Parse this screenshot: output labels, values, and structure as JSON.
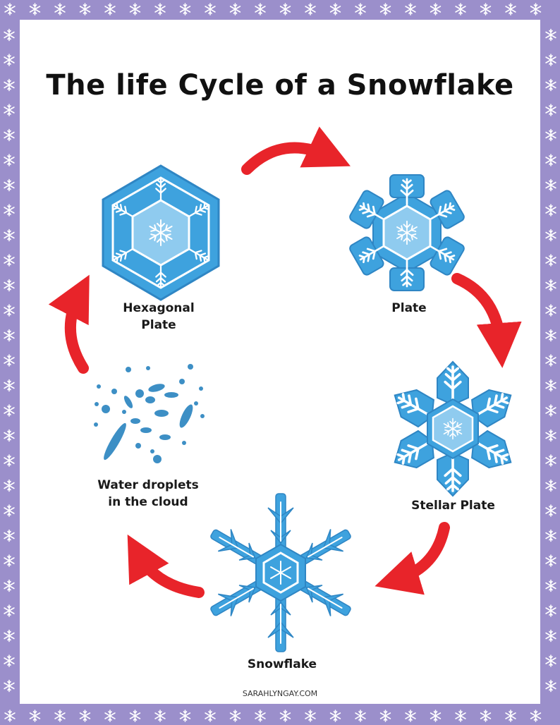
{
  "title": "The life Cycle of a Snowflake",
  "stages": {
    "hexagonal_plate": {
      "line1": "Hexagonal",
      "line2": "Plate"
    },
    "plate": {
      "label": "Plate"
    },
    "stellar_plate": {
      "label": "Stellar Plate"
    },
    "snowflake": {
      "label": "Snowflake"
    },
    "water_droplets": {
      "line1": "Water droplets",
      "line2": "in the cloud"
    }
  },
  "footer": "SARAHLYNGAY.COM",
  "colors": {
    "border": "#9b8fcb",
    "ice_blue": "#3ea2de",
    "ice_dark": "#2f86c4",
    "arrow_red": "#e8242a",
    "droplet": "#3d8fc5"
  }
}
